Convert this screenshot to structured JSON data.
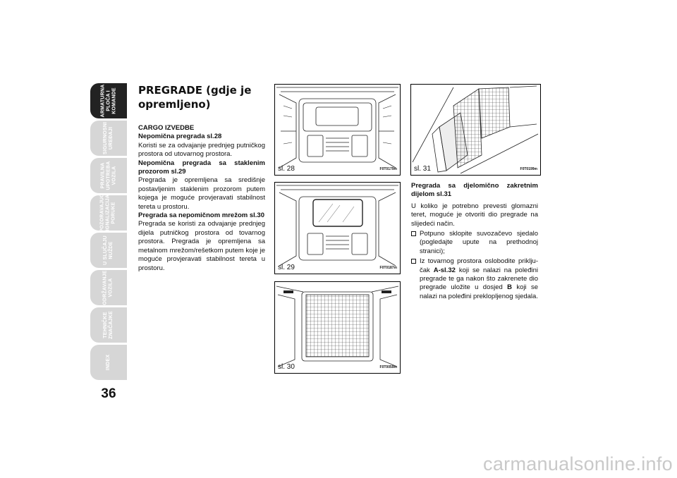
{
  "tabs": [
    {
      "label": "ARMATURNA\nPLOČA I\nKOMANDE",
      "active": true
    },
    {
      "label": "SIGURNOSNI\nUREĐAJI",
      "active": false
    },
    {
      "label": "PRAVILNA\nUPOTREBA\nVOZILA",
      "active": false
    },
    {
      "label": "UPOZORAVAJUĆA\nSIGNALIZACIJA I\nPORUKE",
      "active": false
    },
    {
      "label": "U SLUČAJU\nNUŽDE",
      "active": false
    },
    {
      "label": "ODRŽAVANJE\nVOZILA",
      "active": false
    },
    {
      "label": "TEHNIČKE\nZNAČAJKE",
      "active": false
    },
    {
      "label": "INDEX",
      "active": false
    }
  ],
  "page_number": "36",
  "title": "PREGRADE (gdje je opremljeno)",
  "left_column": [
    {
      "text": "CARGO IZVEDBE",
      "bold": true
    },
    {
      "text": "Nepomična pregrada sl.28",
      "bold": true
    },
    {
      "text": "Koristi se za odvajanje prednjeg putničkog prostora od utovarnog prostora.",
      "bold": false
    },
    {
      "text": "Nepomična pregrada sa staklenim prozorom sl.29",
      "bold": true
    },
    {
      "text": "Pregrada je opremljena sa središnje postavljenim staklenim prozorom putem kojega je moguće provjeravati stabilnost tereta u prostoru.",
      "bold": false
    },
    {
      "text": "Pregrada sa nepomičnom mrežom sl.30",
      "bold": true
    },
    {
      "text": "Pregrada se koristi za odvajanje prednjeg dijela putničkog prostora od tovarnog prostora. Pregrada je opremljena sa metalnom mrežom/rešetkom putem koje je moguće provjeravati stabilnost tereta u prostoru.",
      "bold": false
    }
  ],
  "figures": [
    {
      "label": "sl. 28",
      "code": "F0T0179m"
    },
    {
      "label": "sl. 29",
      "code": "F0T0187m"
    },
    {
      "label": "sl. 30",
      "code": "F0T0059m"
    },
    {
      "label": "sl. 31",
      "code": "F0T0199m"
    }
  ],
  "right_column": {
    "heading": "Pregrada sa djelomično zakretnim dijelom sl.31",
    "intro": "U koliko je potrebno prevesti glomazni teret, moguće je otvoriti dio pregrade na slijedeći način.",
    "bullets": [
      {
        "pre": "Potpuno sklopite suvozačevo sjedalo (pogledajte upute na prethodnoj stranici);",
        "b1": "",
        "mid": "",
        "b2": "",
        "post": ""
      },
      {
        "pre": "Iz tovarnog prostora oslobodite priklju-čak ",
        "b1": "A-sl.32",
        "mid": " koji se nalazi na poleđini pregrade te ga nakon što zakrenete dio pregrade uložite u dosjed ",
        "b2": "B",
        "post": " koji se nalazi na poleđini preklopljenog sjedala."
      }
    ]
  },
  "watermark": "carmanualsonline.info"
}
